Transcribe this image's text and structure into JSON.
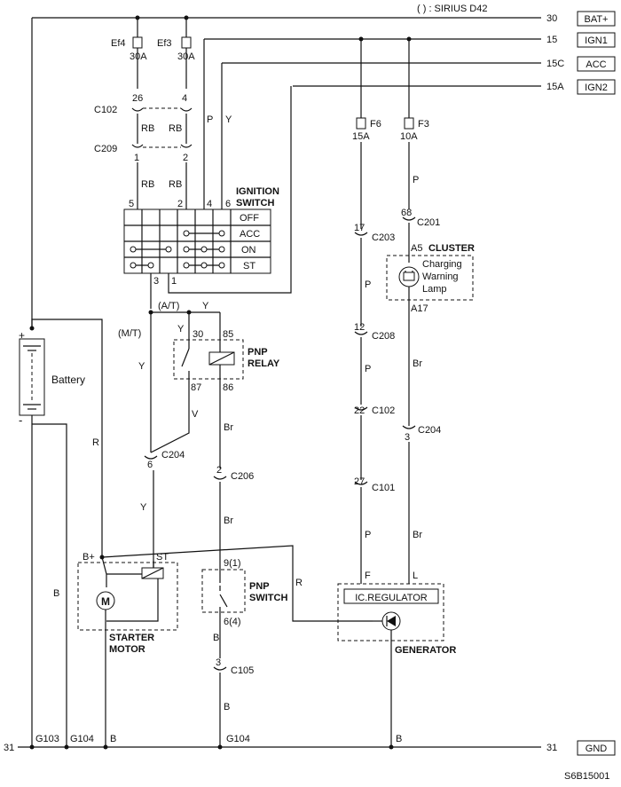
{
  "header_note": "( ) : SIRIUS D42",
  "rails": [
    {
      "num": "30",
      "label": "BAT+"
    },
    {
      "num": "15",
      "label": "IGN1"
    },
    {
      "num": "15C",
      "label": "ACC"
    },
    {
      "num": "15A",
      "label": "IGN2"
    }
  ],
  "ground_rail": {
    "num_left": "31",
    "num_right": "31",
    "label": "GND"
  },
  "fuses": {
    "ef4": {
      "name": "Ef4",
      "rating": "30A"
    },
    "ef3": {
      "name": "Ef3",
      "rating": "30A"
    },
    "f6": {
      "name": "F6",
      "rating": "15A"
    },
    "f3": {
      "name": "F3",
      "rating": "10A"
    }
  },
  "connectors": {
    "c102_top": {
      "name": "C102",
      "pin_a": "26",
      "pin_b": "4"
    },
    "c209": {
      "name": "C209",
      "pin_a": "1",
      "pin_b": "2"
    },
    "c201": {
      "name": "C201",
      "pin": "68"
    },
    "c203": {
      "name": "C203",
      "pin": "17"
    },
    "c208": {
      "name": "C208",
      "pin": "12"
    },
    "c102_mid": {
      "name": "C102",
      "pin": "22"
    },
    "c101": {
      "name": "C101",
      "pin": "27"
    },
    "c204_right": {
      "name": "C204",
      "pin": "3"
    },
    "c204_left": {
      "name": "C204",
      "pin": "6"
    },
    "c206": {
      "name": "C206",
      "pin": "2"
    },
    "c105": {
      "name": "C105",
      "pin": "3"
    }
  },
  "wire_colors": {
    "rb": "RB",
    "p": "P",
    "y": "Y",
    "v": "V",
    "br": "Br",
    "r": "R",
    "b": "B"
  },
  "ignition_switch": {
    "title_line1": "IGNITION",
    "title_line2": "SWITCH",
    "pins": {
      "p5": "5",
      "p2": "2",
      "p4": "4",
      "p6": "6",
      "p3": "3",
      "p1": "1"
    },
    "positions": [
      "OFF",
      "ACC",
      "ON",
      "ST"
    ]
  },
  "transmission": {
    "at": "(A/T)",
    "mt": "(M/T)"
  },
  "pnp_relay": {
    "line1": "PNP",
    "line2": "RELAY",
    "p30": "30",
    "p85": "85",
    "p87": "87",
    "p86": "86"
  },
  "battery": {
    "label": "Battery",
    "plus": "+",
    "minus": "-"
  },
  "cluster": {
    "pin_top": "A5",
    "title": "CLUSTER",
    "lamp_line1": "Charging",
    "lamp_line2": "Warning",
    "lamp_line3": "Lamp",
    "pin_bottom": "A17"
  },
  "starter": {
    "bplus": "B+",
    "st": "ST",
    "motor_symbol": "M",
    "line1": "STARTER",
    "line2": "MOTOR"
  },
  "pnp_switch": {
    "line1": "PNP",
    "line2": "SWITCH",
    "pin_top": "9(1)",
    "pin_bottom": "6(4)"
  },
  "generator": {
    "regulator": "IC.REGULATOR",
    "title": "GENERATOR",
    "pin_f": "F",
    "pin_l": "L"
  },
  "grounds": {
    "g103": "G103",
    "g104_left": "G104",
    "b_left": "B",
    "g104_mid": "G104",
    "b_right": "B"
  },
  "figure_id": "S6B15001"
}
